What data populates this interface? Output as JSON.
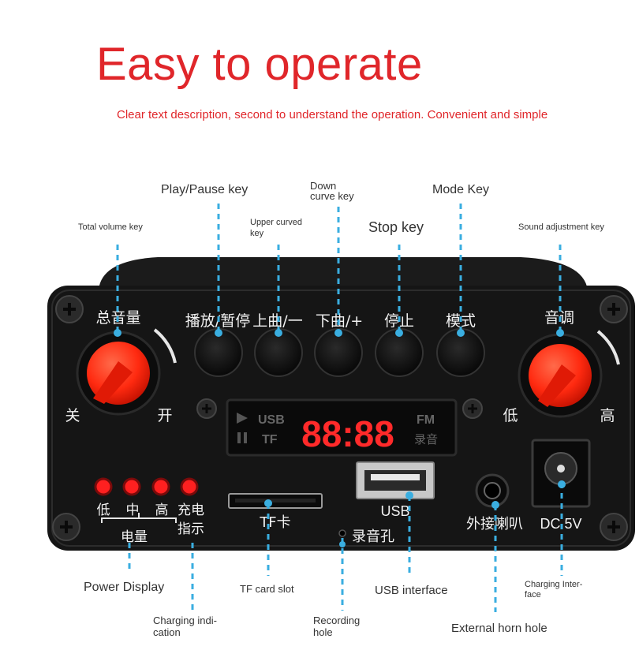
{
  "header": {
    "title": "Easy to operate",
    "subtitle": "Clear text description, second to understand the operation. Convenient and simple"
  },
  "callouts": {
    "total_volume": "Total volume key",
    "play_pause": "Play/Pause key",
    "upper_curved_1": "Upper curved",
    "upper_curved_2": "key",
    "down_curve_1": "Down",
    "down_curve_2": "curve key",
    "stop": "Stop key",
    "mode": "Mode Key",
    "sound_adjust": "Sound adjustment key",
    "power_display": "Power Display",
    "charging_ind_1": "Charging indi-",
    "charging_ind_2": "cation",
    "tf_slot": "TF card slot",
    "recording_1": "Recording",
    "recording_2": "hole",
    "usb_interface": "USB interface",
    "external_horn": "External horn hole",
    "charging_if_1": "Charging Inter-",
    "charging_if_2": "face"
  },
  "panel": {
    "volume_label": "总音量",
    "off": "关",
    "on": "开",
    "play_pause": "播放/暂停",
    "prev": "上曲/一",
    "next": "下曲/+",
    "stop": "停止",
    "mode": "模式",
    "tone_label": "音调",
    "low": "低",
    "high": "高",
    "display_usb": "USB",
    "display_tf": "TF",
    "display_digits": "88:88",
    "display_fm": "FM",
    "display_rec": "录音",
    "led_low": "低",
    "led_mid": "中",
    "led_high": "高",
    "charge_1": "充电",
    "charge_2": "指示",
    "battery": "电量",
    "tf_card": "TF卡",
    "usb": "USB",
    "record_hole": "录音孔",
    "ext_speaker": "外接喇叭",
    "dc": "DC 5V"
  },
  "colors": {
    "title": "#e0262a",
    "callout_line": "#3aaee0",
    "knob": "#ff2a10",
    "panel": "#151515",
    "led": "#ff2020"
  }
}
